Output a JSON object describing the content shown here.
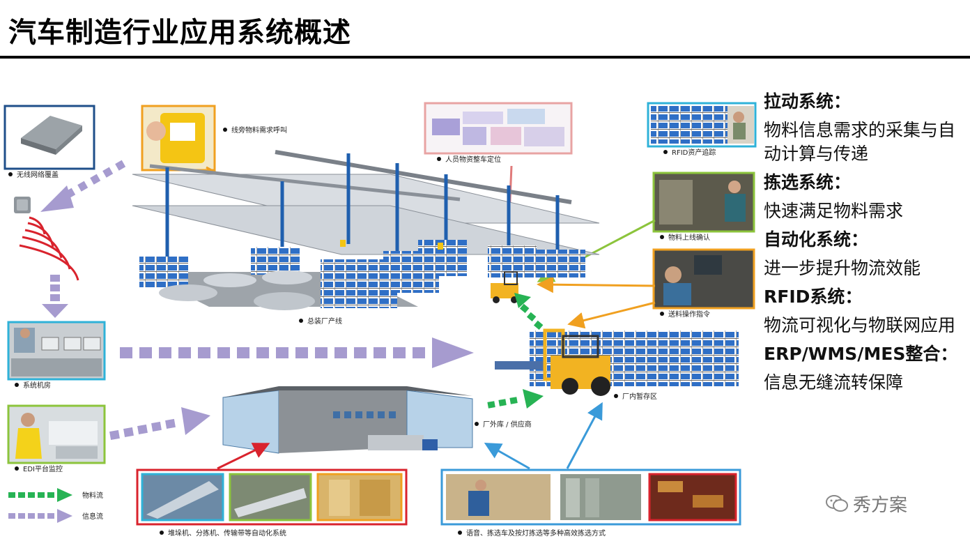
{
  "title": "汽车制造行业应用系统概述",
  "captions": {
    "wireless": "无线网络覆盖",
    "call": "线旁物料需求呼叫",
    "personnel": "人员物资整车定位",
    "rfid_asset": "RFID资产追踪",
    "feeding_confirm": "物料上线确认",
    "delivery_cmd": "送料操作指令",
    "assembly": "总装厂产线",
    "control_room": "系统机房",
    "edi": "EDI平台监控",
    "buffer": "厂内暂存区",
    "warehouse": "厂外库 / 供应商",
    "automation": "堆垛机、分拣机、传输带等自动化系统",
    "picking": "语音、拣选车及按灯拣选等多种高效拣选方式"
  },
  "legend": {
    "material_flow": "物料流",
    "info_flow": "信息流"
  },
  "panel": [
    {
      "heading": "拉动系统：",
      "desc": "物料信息需求的采集与自动计算与传递"
    },
    {
      "heading": "拣选系统：",
      "desc": "快速满足物料需求"
    },
    {
      "heading": "自动化系统：",
      "desc": "进一步提升物流效能"
    },
    {
      "heading": "RFID系统：",
      "desc": "物流可视化与物联网应用"
    },
    {
      "heading": "ERP/WMS/MES整合：",
      "desc": "信息无缝流转保障"
    }
  ],
  "watermark": "秀方案",
  "colors": {
    "info_flow": "#a69bcf",
    "material_flow": "#27b354",
    "frame_blue": "#1f6aa5",
    "frame_orange": "#f0a020",
    "frame_pink": "#e8a3a3",
    "frame_green": "#8cc43c",
    "frame_cyan": "#2fb2d8",
    "frame_red": "#d9232d",
    "frame_blue2": "#3a9ad9",
    "crate_blue": "#2f6fc6",
    "forklift": "#f2b322"
  }
}
